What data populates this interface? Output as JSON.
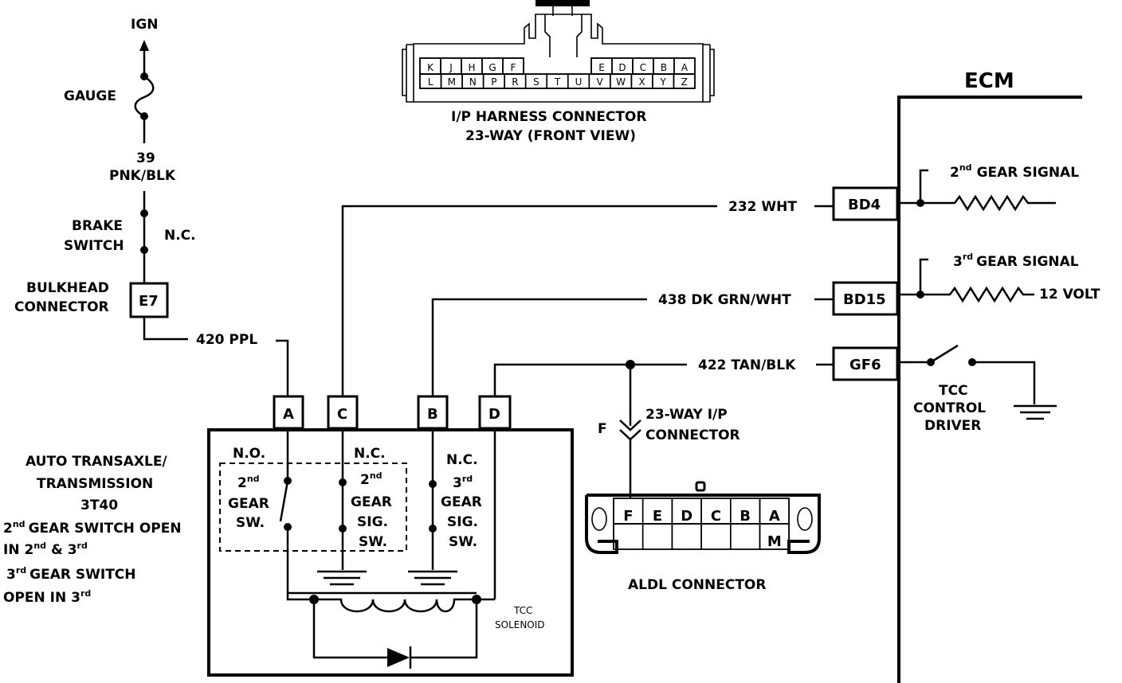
{
  "ign": {
    "label": "IGN"
  },
  "gauge": {
    "label": "GAUGE"
  },
  "wire_39": {
    "number": "39",
    "color": "PNK/BLK"
  },
  "brake_switch": {
    "line1": "BRAKE",
    "line2": "SWITCH",
    "state": "N.C."
  },
  "bulkhead": {
    "line1": "BULKHEAD",
    "line2": "CONNECTOR",
    "pin": "E7"
  },
  "wire_420": {
    "label": "420 PPL"
  },
  "ip_harness": {
    "top_row": [
      "K",
      "J",
      "H",
      "G",
      "F",
      "E",
      "D",
      "C",
      "B",
      "A"
    ],
    "bottom_row": [
      "L",
      "M",
      "N",
      "P",
      "R",
      "S",
      "T",
      "U",
      "V",
      "W",
      "X",
      "Y",
      "Z"
    ],
    "title1": "I/P HARNESS CONNECTOR",
    "title2": "23-WAY (FRONT VIEW)"
  },
  "ecm": {
    "label": "ECM",
    "pin_bd4": "BD4",
    "pin_bd15": "BD15",
    "pin_gf6": "GF6"
  },
  "wires": {
    "w232": "232 WHT",
    "w438": "438 DK GRN/WHT",
    "w422": "422 TAN/BLK"
  },
  "signals": {
    "second_gear": {
      "sup": "nd",
      "num": "2",
      "text": "GEAR SIGNAL"
    },
    "third_gear": {
      "sup": "rd",
      "num": "3",
      "text": "GEAR SIGNAL"
    },
    "volt": "12 VOLT"
  },
  "tcc_driver": {
    "line1": "TCC",
    "line2": "CONTROL",
    "line3": "DRIVER"
  },
  "ip_connector": {
    "pin": "F",
    "line1": "23-WAY I/P",
    "line2": "CONNECTOR"
  },
  "aldl": {
    "top_row": [
      "F",
      "E",
      "D",
      "C",
      "B",
      "A"
    ],
    "pin_m": "M",
    "label": "ALDL CONNECTOR"
  },
  "transaxle": {
    "pins": [
      "A",
      "C",
      "B",
      "D"
    ],
    "line1": "AUTO TRANSAXLE/",
    "line2": "TRANSMISSION",
    "line3": "3T40",
    "note1": "GEAR SWITCH OPEN",
    "note2_pre": "IN 2",
    "note2_mid": " & 3",
    "note3": "GEAR SWITCH",
    "note4": "OPEN IN 3",
    "sup_nd": "nd",
    "sup_rd": "rd",
    "num2": "2",
    "num3": "3"
  },
  "switches": {
    "no": "N.O.",
    "nc1": "N.C.",
    "nc2": "N.C.",
    "sw1_a": "2",
    "sw1_sup": "nd",
    "sw1_b": "GEAR",
    "sw1_c": "SW.",
    "sw2_a": "2",
    "sw2_sup": "nd",
    "sw2_b": "GEAR",
    "sw2_c": "SIG.",
    "sw2_d": "SW.",
    "sw3_a": "3",
    "sw3_sup": "rd",
    "sw3_b": "GEAR",
    "sw3_c": "SIG.",
    "sw3_d": "SW."
  },
  "tcc_solenoid": {
    "line1": "TCC",
    "line2": "SOLENOID"
  }
}
